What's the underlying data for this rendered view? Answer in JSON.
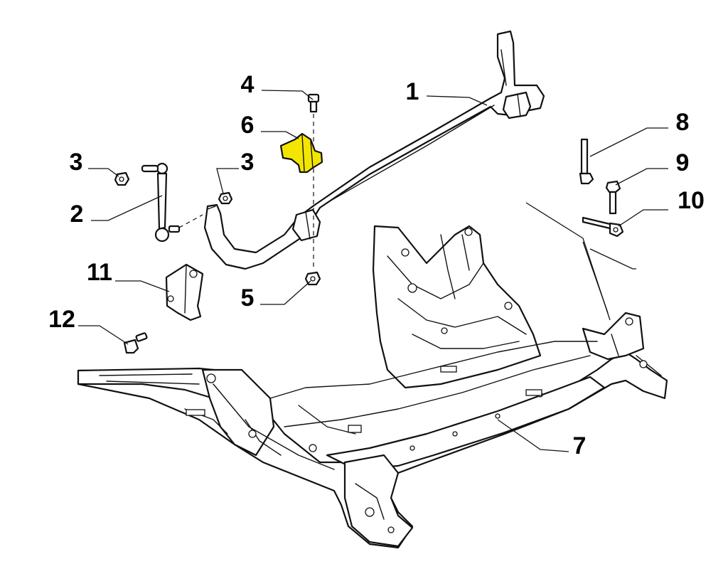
{
  "diagram": {
    "callouts": [
      "1",
      "2",
      "3",
      "3",
      "4",
      "5",
      "6",
      "7",
      "8",
      "9",
      "10",
      "11",
      "12"
    ],
    "highlight_color": "#f2e600"
  }
}
